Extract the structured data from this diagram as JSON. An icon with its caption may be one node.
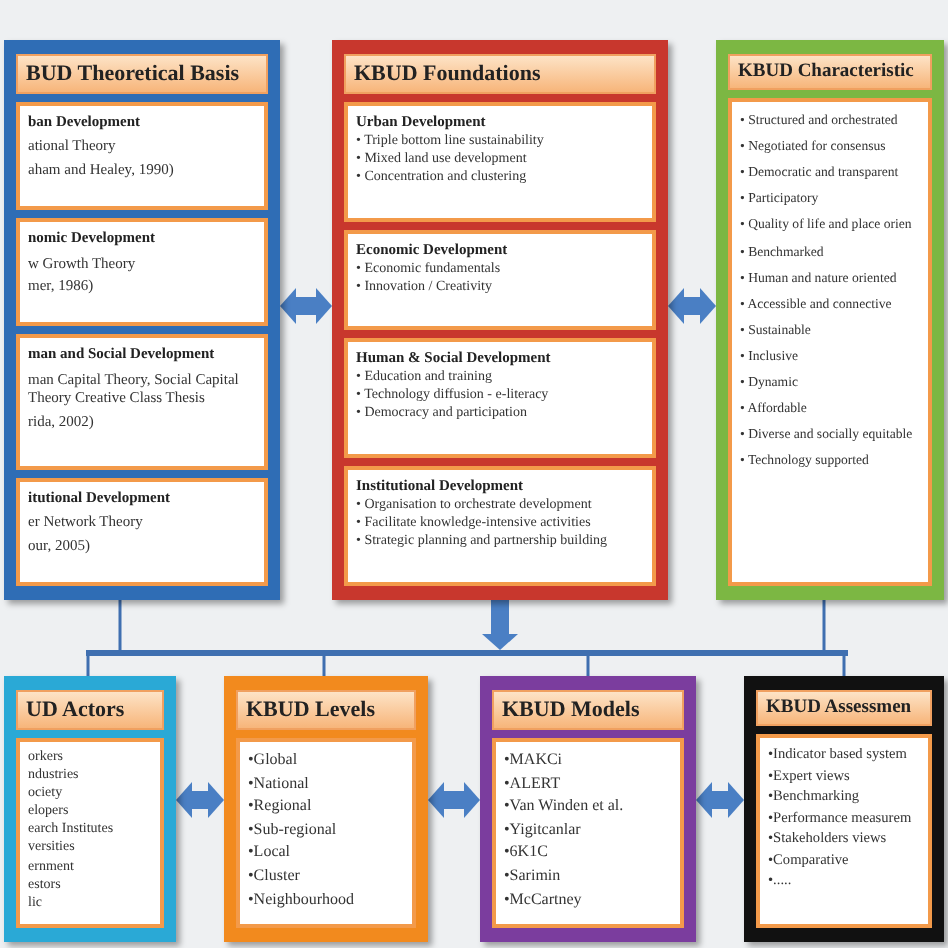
{
  "diagram": {
    "nodes": [
      {
        "text": [
          "BUD Theoretical Basis"
        ]
      },
      {
        "text": [
          "ban Development",
          "ational Theory",
          "aham and Healey, 1990)"
        ],
        "in": 0
      },
      {
        "text": [
          "nomic Development",
          "w Growth Theory",
          "mer, 1986)"
        ],
        "in": 0
      },
      {
        "text": [
          "man and Social Development",
          "man Capital Theory, Social Capital Theory Creative Class Thesis",
          "rida, 2002)"
        ],
        "in": 0
      },
      {
        "text": [
          "itutional Development",
          "er Network Theory",
          "our, 2005)"
        ],
        "in": 0
      },
      {
        "text": [
          "KBUD Foundations"
        ]
      },
      {
        "text": [
          "Urban Development",
          "• Triple bottom line sustainability",
          "• Mixed land use development",
          "• Concentration and clustering"
        ],
        "in": 5
      },
      {
        "text": [
          "Economic Development",
          "• Economic fundamentals",
          "• Innovation / Creativity"
        ],
        "in": 5
      },
      {
        "text": [
          "Human & Social Development",
          "• Education and training",
          "• Technology diffusion - e-literacy",
          "• Democracy and participation"
        ],
        "in": 5
      },
      {
        "text": [
          "Institutional Development",
          "• Organisation to orchestrate development",
          "• Facilitate knowledge-intensive activities",
          "• Strategic planning and partnership building"
        ],
        "in": 5
      },
      {
        "text": [
          "KBUD Characteristic"
        ]
      },
      {
        "text": [
          "• Structured and orchestrated",
          "• Negotiated for consensus",
          "• Democratic and transparent",
          "• Participatory",
          "• Quality of life and place orien",
          "• Benchmarked",
          "• Human and nature oriented",
          "• Accessible and connective",
          "• Sustainable",
          "• Inclusive",
          "• Dynamic",
          "• Affordable",
          "• Diverse and socially equitable",
          "• Technology supported"
        ],
        "in": 10
      },
      {
        "text": [
          "UD Actors"
        ]
      },
      {
        "text": [
          "orkers",
          "ndustries",
          "ociety",
          "elopers",
          "earch Institutes",
          "versities",
          "ernment",
          "estors",
          "lic"
        ],
        "in": 12
      },
      {
        "text": [
          "KBUD Levels"
        ]
      },
      {
        "text": [
          "•Global",
          "•National",
          "•Regional",
          "•Sub-regional",
          "•Local",
          "•Cluster",
          "•Neighbourhood"
        ],
        "in": 14
      },
      {
        "text": [
          "KBUD Models"
        ]
      },
      {
        "text": [
          "•MAKCi",
          "•ALERT",
          "•Van Winden et al.",
          "•Yigitcanlar",
          "•6K1C",
          "•Sarimin",
          "•McCartney"
        ],
        "in": 16
      },
      {
        "text": [
          "KBUD Assessmen"
        ]
      },
      {
        "text": [
          "•Indicator based system",
          "•Expert views",
          "•Benchmarking",
          "•Performance measurem",
          "•Stakeholders views",
          "•Comparative",
          "•....."
        ],
        "in": 18
      },
      {
        "text": [],
        "shape": "bar"
      }
    ],
    "edges": [
      {
        "from": 0,
        "to": 5,
        "arrow": "both",
        "style": "thick"
      },
      {
        "from": 5,
        "to": 10,
        "arrow": "both",
        "style": "thick"
      },
      {
        "from": 5,
        "to": 20,
        "arrow": "to",
        "style": "thick"
      },
      {
        "from": 0,
        "to": 20,
        "arrow": "none"
      },
      {
        "from": 10,
        "to": 20,
        "arrow": "none"
      },
      {
        "from": 20,
        "to": 12,
        "arrow": "none"
      },
      {
        "from": 20,
        "to": 14,
        "arrow": "none"
      },
      {
        "from": 20,
        "to": 16,
        "arrow": "none"
      },
      {
        "from": 20,
        "to": 18,
        "arrow": "none"
      },
      {
        "from": 12,
        "to": 14,
        "arrow": "both",
        "style": "thick"
      },
      {
        "from": 14,
        "to": 16,
        "arrow": "both",
        "style": "thick"
      },
      {
        "from": 16,
        "to": 18,
        "arrow": "both",
        "style": "thick"
      }
    ]
  }
}
